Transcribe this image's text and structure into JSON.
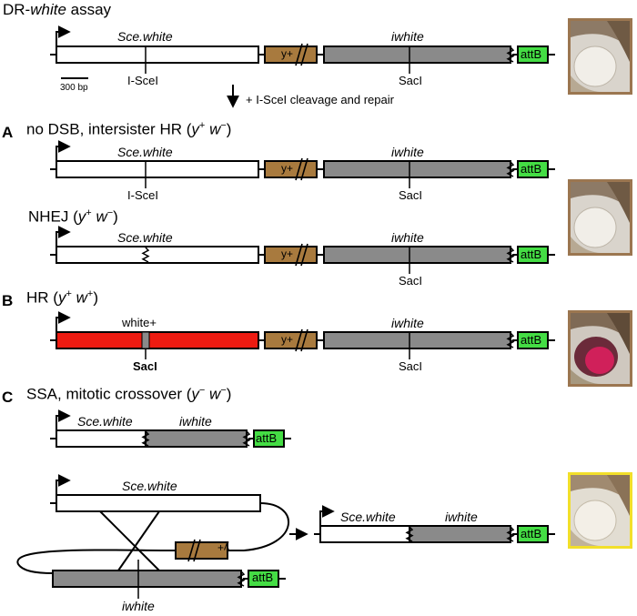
{
  "title": {
    "prefix": "DR-",
    "italic": "white",
    "suffix": " assay"
  },
  "colors": {
    "white_gene": "#ffffff",
    "iwhite_gene": "#8a8a8a",
    "yellow_gene": "#a87a3e",
    "attB": "#44dd44",
    "repaired_white": "#ee1b11",
    "fly_frame": "#9b7650",
    "fly_frame_ssa": "#f2df2a"
  },
  "top": {
    "gene1": "Sce.white",
    "gene2": "iwhite",
    "yplus": "y+",
    "attb": "attB",
    "site1": "I-SceI",
    "site2": "SacI",
    "scale": "300 bp",
    "arrow_text": "+ I-SceI cleavage and repair"
  },
  "sectionA": {
    "letter": "A",
    "heading": "no DSB, intersister HR (",
    "gene1": "Sce.white",
    "gene2": "iwhite",
    "yplus": "y+",
    "attb": "attB",
    "site1": "I-SceI",
    "site2": "SacI",
    "nhej_heading": "NHEJ (",
    "nhej_gene1": "Sce.white",
    "nhej_gene2": "iwhite",
    "nhej_site2": "SacI"
  },
  "sectionB": {
    "letter": "B",
    "heading": "HR (",
    "gene1": "white+",
    "gene2": "iwhite",
    "yplus": "y+",
    "attb": "attB",
    "site1": "SacI",
    "site2": "SacI"
  },
  "sectionC": {
    "letter": "C",
    "heading": "SSA, mitotic crossover (",
    "gene1": "Sce.white",
    "gene2": "iwhite",
    "attb": "attB",
    "loop_gene1": "Sce.white",
    "loop_gene2": "iwhite",
    "loop_yplus": "y+",
    "result_gene1": "Sce.white",
    "result_gene2": "iwhite",
    "result_attb": "attB"
  },
  "phenotypes": {
    "y": "y",
    "w": "w",
    "plus": "+",
    "minus": "−",
    "close": ")"
  },
  "fly_images": [
    {
      "eye": "white"
    },
    {
      "eye": "white"
    },
    {
      "eye": "red"
    },
    {
      "eye": "white"
    }
  ]
}
